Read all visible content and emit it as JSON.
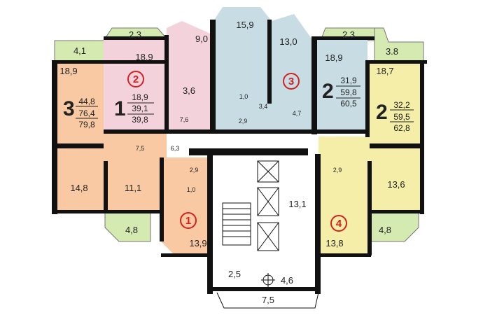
{
  "colors": {
    "apt_3room": "#f8c9a2",
    "apt_2_pink": "#f3d2db",
    "apt_3_blue": "#c8dce4",
    "apt_4_yellow": "#f4eea8",
    "balcony": "#d4eab0"
  },
  "apartments": [
    {
      "marker": "2",
      "rooms": "1",
      "living": "18,9",
      "total": "39,1",
      "total_with_balcony": "39,8"
    },
    {
      "marker": "3",
      "rooms": "2",
      "living": "31,9",
      "total": "59,8",
      "total_with_balcony": "60,5"
    },
    {
      "rooms": "3",
      "living": "44,8",
      "total": "76,4",
      "total_with_balcony": "79,8"
    },
    {
      "rooms": "2",
      "living": "32,2",
      "total": "59,5",
      "total_with_balcony": "62,8"
    },
    {
      "marker": "1"
    },
    {
      "marker": "4"
    }
  ],
  "areas": {
    "balc_left": "4,1",
    "balc_pink": "2,3",
    "room_left_top": "18,9",
    "room_pink": "18,9",
    "room_pink_2": "9,0",
    "bath_pink": "3,6",
    "hall_pink": "7,6",
    "hall_left": "7,5",
    "hall_small": "6,3",
    "room_left_1": "14,8",
    "room_left_2": "11,1",
    "balc_left_bottom": "4,8",
    "bath_apt1": "2,9",
    "wc_apt1": "1,0",
    "room_apt1": "13,9",
    "room_blue_1": "15,9",
    "room_blue_2": "13,0",
    "wc_blue": "1,0",
    "hall_blue_1": "3,4",
    "bath_blue": "2,9",
    "hall_blue_2": "4,7",
    "balc_blue": "2,3",
    "room_blue_3": "18,9",
    "balc_right": "3.8",
    "room_right_top": "18,7",
    "bath_apt4": "2,9",
    "room_apt4_right": "13,6",
    "room_apt4": "13,8",
    "balc_right_bottom": "4,8",
    "corridor": "13,1",
    "stair_room": "2,5",
    "lobby": "4,6",
    "entrance": "7,5"
  }
}
